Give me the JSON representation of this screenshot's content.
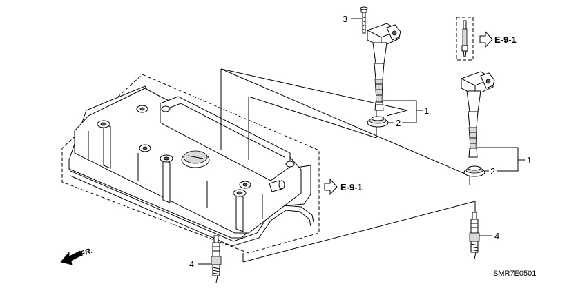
{
  "callouts": {
    "coil_top": "1",
    "coil_bottom": "1",
    "seal_top": "2",
    "seal_bottom": "2",
    "bolt": "3",
    "plug_left": "4",
    "plug_right": "4"
  },
  "references": {
    "ref_top": "E-9-1",
    "ref_middle": "E-9-1"
  },
  "front_marker": "FR.",
  "diagram_code": "SMR7E0501"
}
